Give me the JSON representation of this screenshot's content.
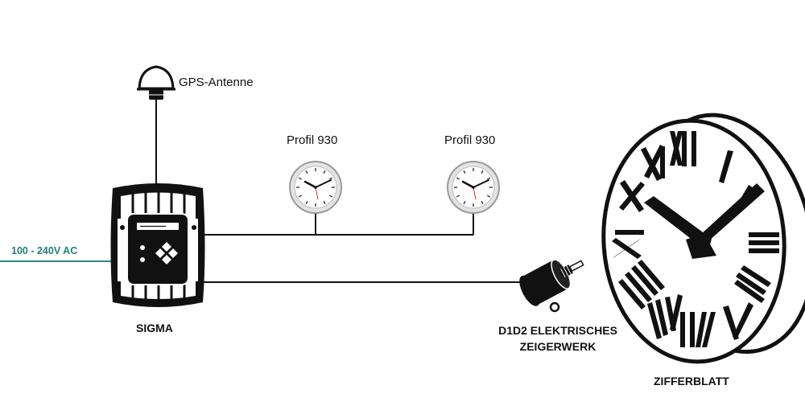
{
  "labels": {
    "gps_antenna": "GPS-Antenne",
    "profil_left": "Profil 930",
    "profil_right": "Profil 930",
    "power": "100 - 240V AC",
    "sigma": "SIGMA",
    "movement_line1": "D1D2 ELEKTRISCHES",
    "movement_line2": "ZEIGERWERK",
    "dial": "ZIFFERBLATT"
  },
  "colors": {
    "line": "#111111",
    "power_line": "#2a8a86",
    "power_text": "#1f7f7b"
  }
}
